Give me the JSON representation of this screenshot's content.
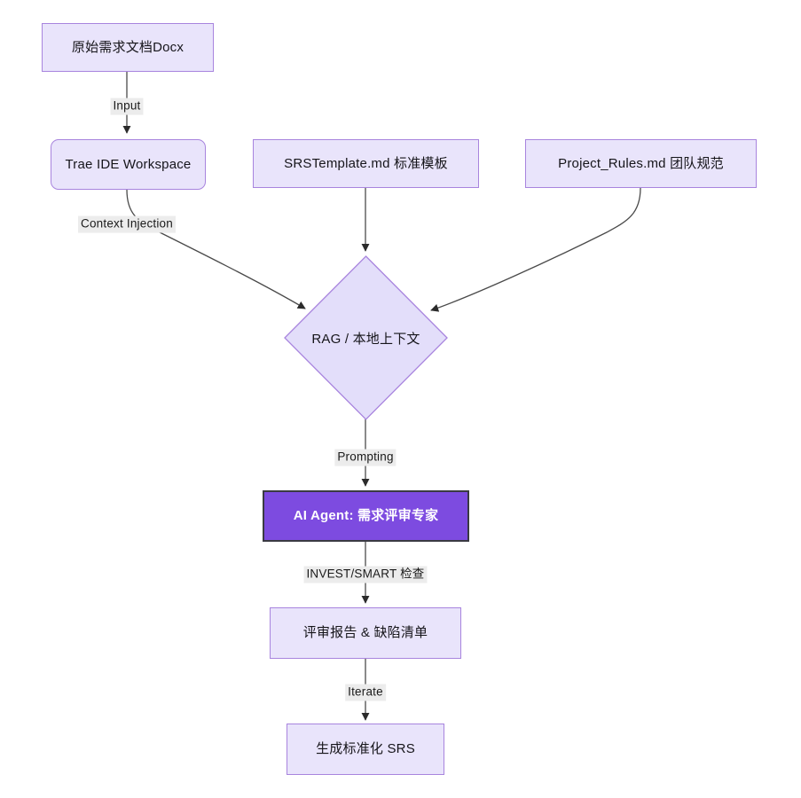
{
  "diagram": {
    "type": "flowchart",
    "direction": "top-down",
    "background": "#ffffff",
    "palette": {
      "node_fill": "#E9E4FB",
      "node_stroke": "#A884DE",
      "agent_fill": "#7D4BE0",
      "agent_stroke": "#3a3a42",
      "agent_text": "#ffffff",
      "edge_stroke": "#333333",
      "label_bg": "#ECECEC",
      "text": "#16151a"
    },
    "nodes": [
      {
        "id": "doc",
        "label": "原始需求文档Docx",
        "shape": "rect"
      },
      {
        "id": "trae",
        "label": "Trae IDE Workspace",
        "shape": "rounded-rect"
      },
      {
        "id": "template",
        "label": "SRSTemplate.md 标准模板",
        "shape": "rect"
      },
      {
        "id": "rules",
        "label": "Project_Rules.md 团队规范",
        "shape": "rect"
      },
      {
        "id": "rag",
        "label": "RAG / 本地上下文",
        "shape": "diamond"
      },
      {
        "id": "agent",
        "label": "AI Agent: 需求评审专家",
        "shape": "rect-highlight"
      },
      {
        "id": "report",
        "label": "评审报告 & 缺陷清单",
        "shape": "rect"
      },
      {
        "id": "srs",
        "label": "生成标准化 SRS",
        "shape": "rect"
      }
    ],
    "edges": [
      {
        "from": "doc",
        "to": "trae",
        "label": "Input"
      },
      {
        "from": "trae",
        "to": "rag",
        "label": "Context Injection"
      },
      {
        "from": "template",
        "to": "rag",
        "label": ""
      },
      {
        "from": "rules",
        "to": "rag",
        "label": ""
      },
      {
        "from": "rag",
        "to": "agent",
        "label": "Prompting"
      },
      {
        "from": "agent",
        "to": "report",
        "label": "INVEST/SMART 检查"
      },
      {
        "from": "report",
        "to": "srs",
        "label": "Iterate"
      }
    ]
  }
}
